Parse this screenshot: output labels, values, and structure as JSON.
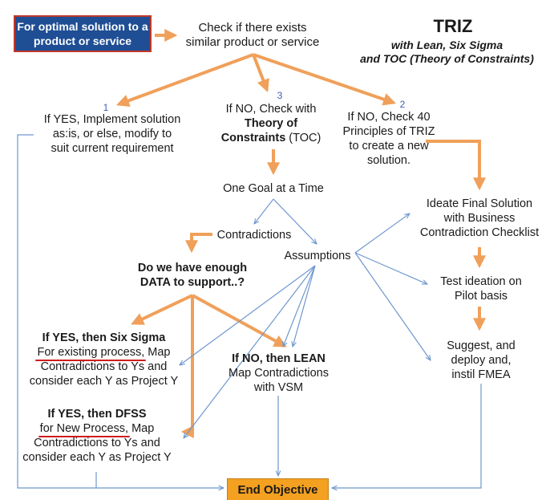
{
  "start_label": "For optimal solution to a product or service",
  "check_existing": [
    "Check if there exists",
    "similar product or service"
  ],
  "title": {
    "main": "TRIZ",
    "subtitle": [
      "with Lean, Six Sigma",
      "and TOC (Theory of Constraints)"
    ]
  },
  "branches": {
    "yes": {
      "number": "1",
      "lines": [
        "If YES, Implement solution",
        "as:is, or else, modify to",
        "suit current requirement"
      ]
    },
    "toc": {
      "number": "3",
      "line1": "If NO, Check with",
      "bold1": "Theory of",
      "bold2": "Constraints",
      "tail2": " (TOC)"
    },
    "triz": {
      "number": "2",
      "lines": [
        "If NO, Check 40",
        "Principles of TRIZ",
        "to create a new",
        "solution."
      ]
    }
  },
  "toc_flow": {
    "goal": "One Goal at a Time",
    "contradictions": "Contradictions",
    "assumptions": "Assumptions",
    "data_question": [
      "Do we have enough",
      "DATA to support..?"
    ]
  },
  "six_sigma": {
    "heading": "If YES, then Six Sigma",
    "underlined": "For existing process,",
    "rest_line1": " Map",
    "lines": [
      "Contradictions to Ys and",
      "consider each Y as Project Y"
    ]
  },
  "dfss": {
    "heading": "If YES, then DFSS",
    "underlined": "for New Process,",
    "rest_line1": " Map",
    "lines": [
      "Contradictions to Ys and",
      "consider each Y as Project Y"
    ]
  },
  "lean": {
    "heading": "If NO, then LEAN",
    "lines": [
      "Map Contradictions",
      "with VSM"
    ]
  },
  "triz_flow": {
    "ideate": [
      "Ideate Final Solution",
      "with Business",
      "Contradiction Checklist"
    ],
    "test": [
      "Test ideation on",
      "Pilot basis"
    ],
    "deploy": [
      "Suggest, and",
      "deploy and,",
      "instil FMEA"
    ]
  },
  "end_label": "End Objective",
  "colors": {
    "start_fill": "#1f4e94",
    "start_border": "#c0392b",
    "end_fill": "#f4a020",
    "orange_arrow": "#f0a05a",
    "blue_arrow": "#6f97cf",
    "underline": "#d01c1c",
    "step_number": "#3f5fb5"
  }
}
